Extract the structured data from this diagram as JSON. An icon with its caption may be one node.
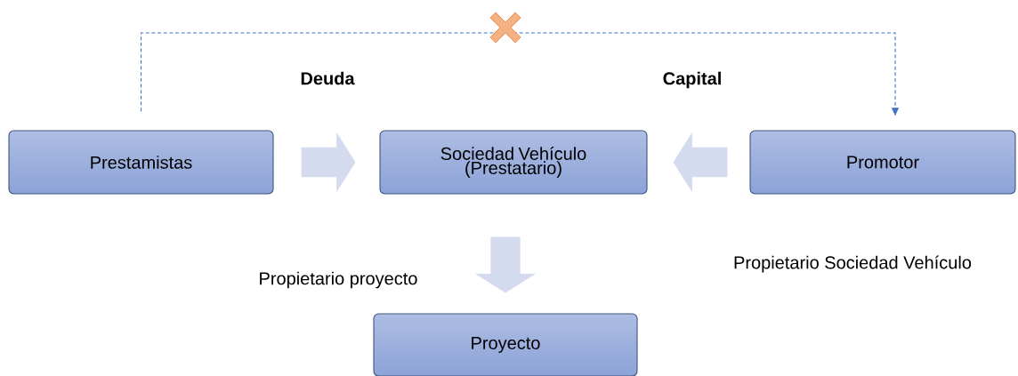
{
  "diagram": {
    "nodes": [
      {
        "text": [
          "Prestamistas"
        ]
      },
      {
        "text": [
          "Sociedad Vehículo (Prestatario)"
        ]
      },
      {
        "text": [
          "Promotor"
        ]
      },
      {
        "text": [
          "Proyecto"
        ]
      }
    ],
    "edges": [
      {
        "from": 0,
        "to": 1,
        "arrow": "to"
      },
      {
        "from": 2,
        "to": 1,
        "arrow": "to"
      },
      {
        "from": 1,
        "to": 3,
        "arrow": "to"
      },
      {
        "from": 0,
        "to": 2,
        "arrow": "to",
        "style": "dashed",
        "color": "#4472c4"
      }
    ],
    "labels": [
      "Deuda",
      "Capital",
      "Propietario proyecto",
      "Propietario Sociedad Vehículo"
    ]
  }
}
